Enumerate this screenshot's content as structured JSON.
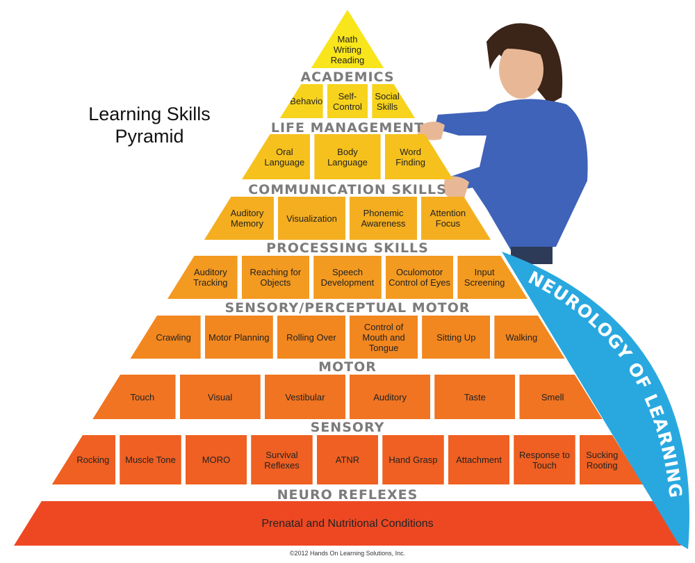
{
  "title": "Learning Skills Pyramid",
  "apex": "Math Writing Reading",
  "rows": [
    {
      "label": "ACADEMICS",
      "items": []
    },
    {
      "label": "LIFE MANAGEMENT",
      "items": [
        "Behavior",
        "Self-Control",
        "Social Skills"
      ]
    },
    {
      "label": "COMMUNICATION SKILLS",
      "items": [
        "Oral Language",
        "Body Language",
        "Word Finding"
      ]
    },
    {
      "label": "PROCESSING SKILLS",
      "items": [
        "Auditory Memory",
        "Visualization",
        "Phonemic Awareness",
        "Attention Focus"
      ]
    },
    {
      "label": "SENSORY/PERCEPTUAL MOTOR",
      "items": [
        "Auditory Tracking",
        "Reaching for Objects",
        "Speech Development",
        "Oculomotor Control of Eyes",
        "Input Screening"
      ]
    },
    {
      "label": "MOTOR",
      "items": [
        "Crawling",
        "Motor Planning",
        "Rolling Over",
        "Control of Mouth and Tongue",
        "Sitting Up",
        "Walking"
      ]
    },
    {
      "label": "SENSORY",
      "items": [
        "Touch",
        "Visual",
        "Vestibular",
        "Auditory",
        "Taste",
        "Smell"
      ]
    },
    {
      "label": "NEURO REFLEXES",
      "items": [
        "Rocking",
        "Muscle Tone",
        "MORO",
        "Survival Reflexes",
        "ATNR",
        "Hand Grasp",
        "Attachment",
        "Response to Touch",
        "Sucking Rooting"
      ]
    }
  ],
  "base": "Prenatal and Nutritional Conditions",
  "band_text": "NEUROLOGY OF LEARNING",
  "copyright": "©2012 Hands On Learning Solutions, Inc.",
  "colors": {
    "apex": "#f8e51b",
    "rows": [
      "#f8e51b",
      "#f7d31d",
      "#f6c11d",
      "#f4ae1f",
      "#f39a20",
      "#f2871f",
      "#f07421",
      "#ef6022"
    ],
    "base": "#ee4823",
    "band": "#29a8e0",
    "label": "#7b7b7b"
  }
}
